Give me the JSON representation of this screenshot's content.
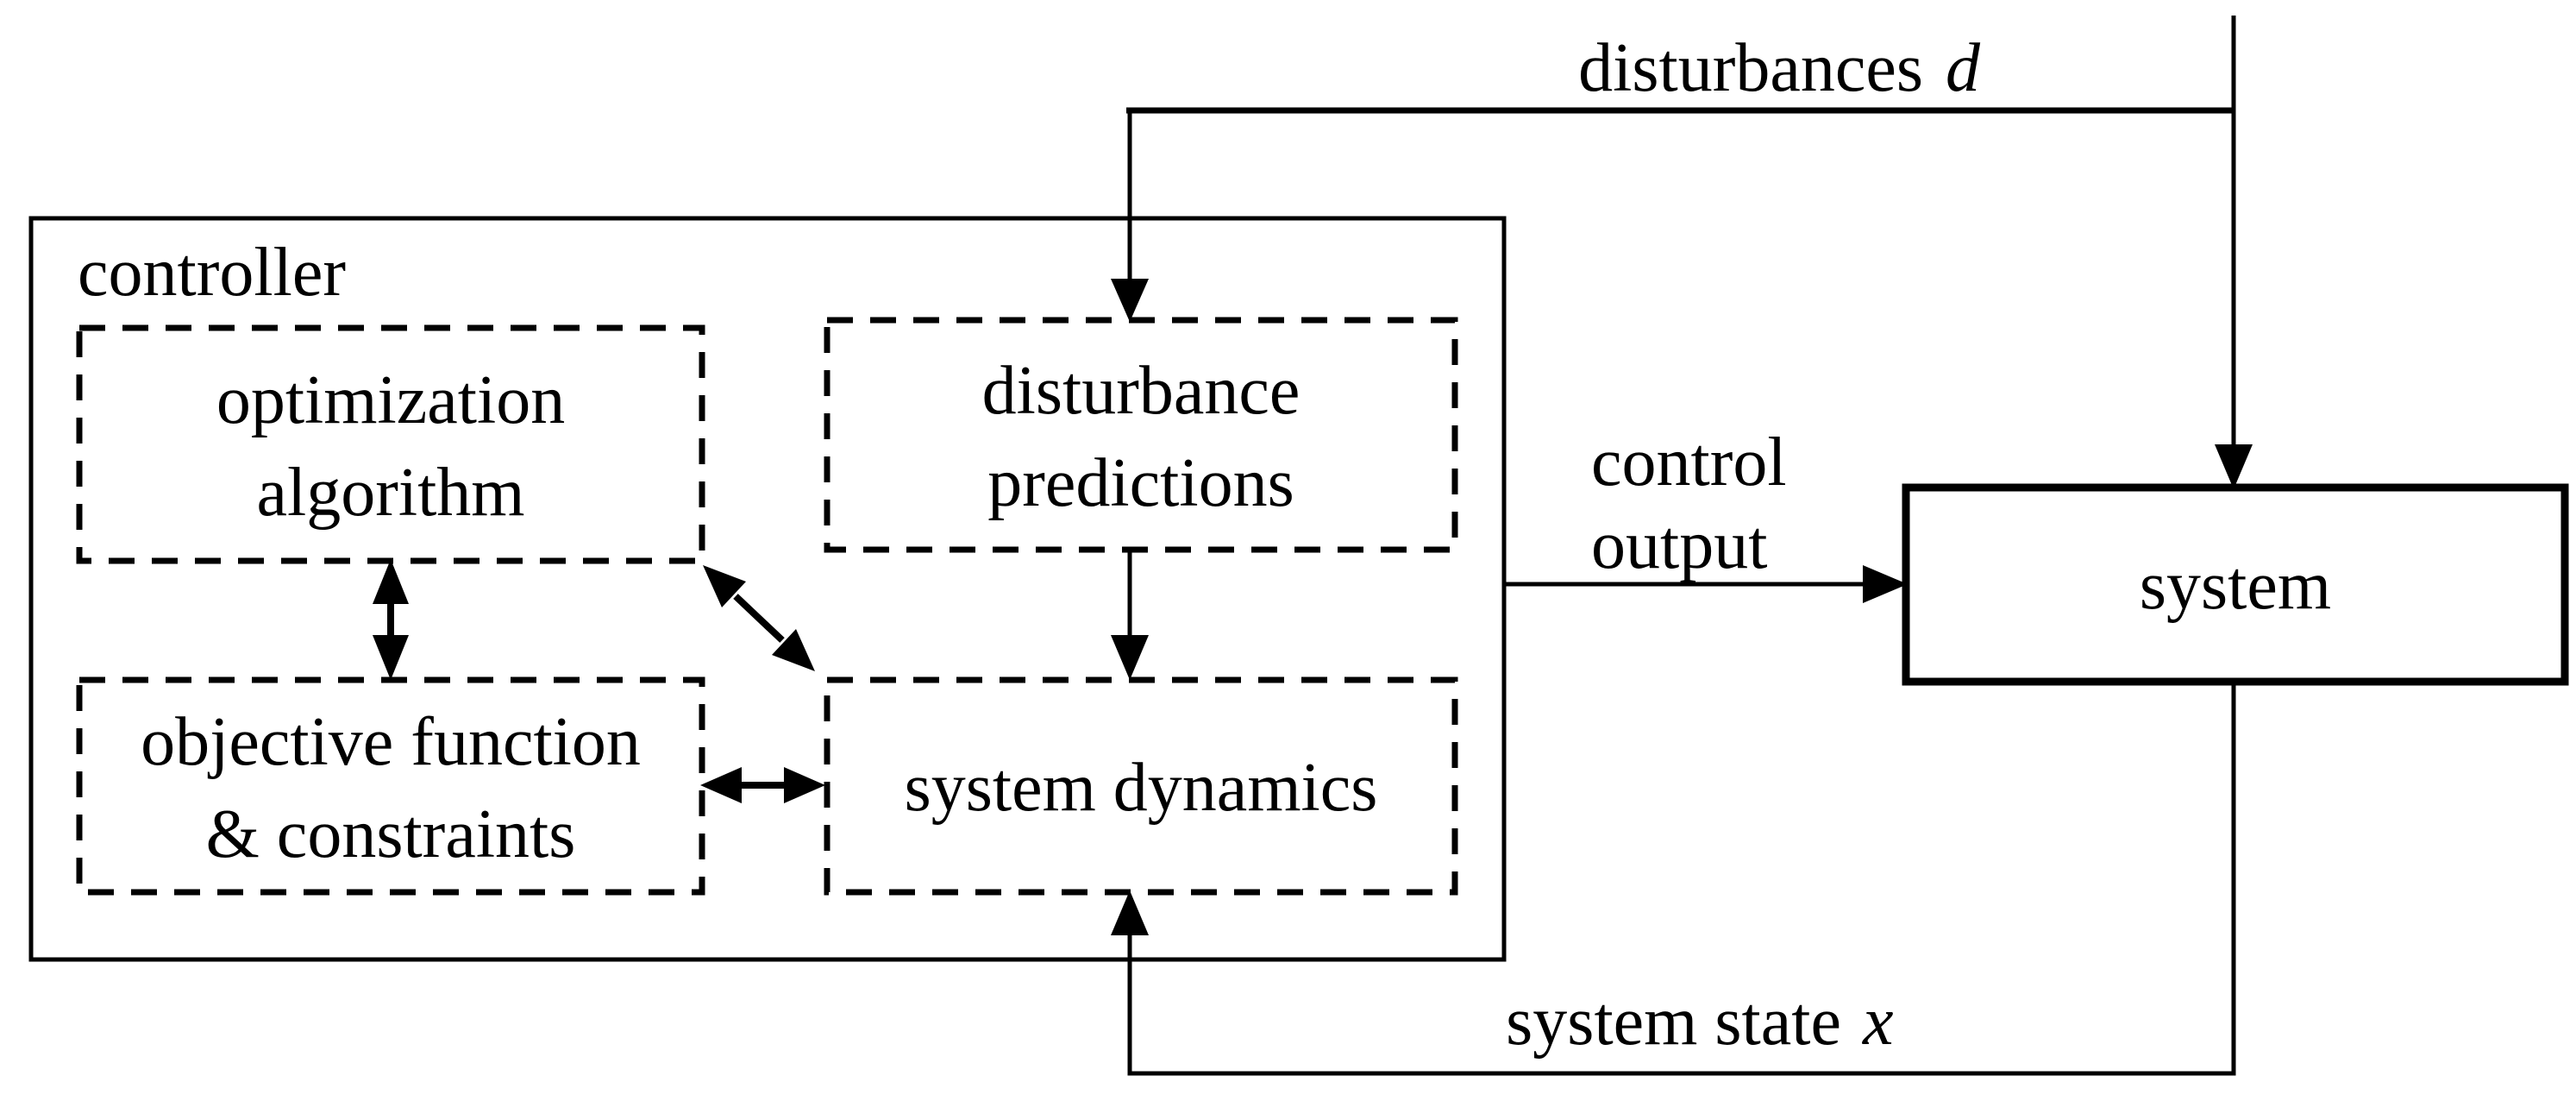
{
  "colors": {
    "ink": "#000000",
    "background": "#ffffff"
  },
  "controller": {
    "label": "controller",
    "boxes": {
      "optimization": {
        "line1": "optimization",
        "line2": "algorithm"
      },
      "disturbance_predictions": {
        "line1": "disturbance",
        "line2": "predictions"
      },
      "objective": {
        "line1": "objective function",
        "line2": "& constraints"
      },
      "system_dynamics": {
        "label": "system dynamics"
      }
    }
  },
  "system": {
    "label": "system"
  },
  "flows": {
    "disturbances": {
      "label": "disturbances",
      "var": "d"
    },
    "control_output": {
      "line1": "control",
      "line2": "output"
    },
    "system_state": {
      "label": "system state",
      "var": "x"
    }
  }
}
